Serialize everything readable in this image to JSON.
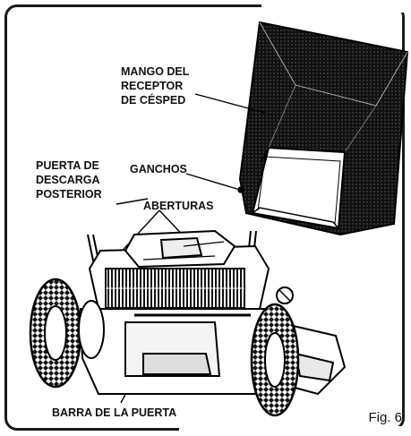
{
  "labels": {
    "handle": "MANGO DEL\nRECEPTOR\nDE CÉSPED",
    "hooks": "GANCHOS",
    "door": "PUERTA DE\nDESCARGA\nPOSTERIOR",
    "openings": "ABERTURAS",
    "bar": "BARRA DE LA PUERTA"
  },
  "figure": "Fig. 6"
}
